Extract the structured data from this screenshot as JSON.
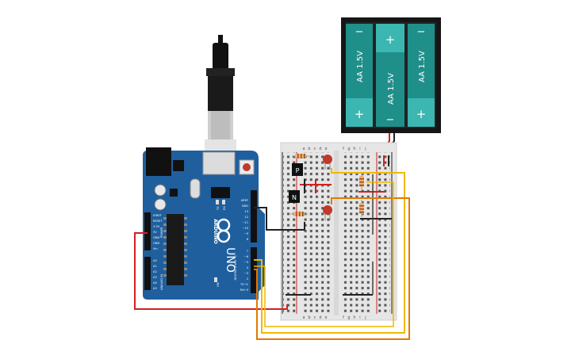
{
  "battery_pack": {
    "cells": [
      {
        "label": "AA 1.5V",
        "top_terminal": "−",
        "bottom_terminal": "+"
      },
      {
        "label": "AA 1.5V",
        "top_terminal": "+",
        "bottom_terminal": "−"
      },
      {
        "label": "AA 1.5V",
        "top_terminal": "−",
        "bottom_terminal": "+"
      }
    ]
  },
  "arduino": {
    "model": "UNO",
    "brand": "ARDUINO",
    "power_header_label": "POWER",
    "power_pins": [
      "IOREF",
      "RESET",
      "3.3V",
      "5V",
      "GND",
      "GND",
      "Vin"
    ],
    "analog_header_label": "ANALOG IN",
    "analog_pins": [
      "A0",
      "A1",
      "A2",
      "A3",
      "A4",
      "A5"
    ],
    "top_header_pins": [
      "AREF",
      "GND",
      "13",
      "12",
      "~11",
      "~10",
      "~9",
      "8"
    ],
    "digital_pins": [
      "7",
      "~6",
      "~5",
      "4",
      "~3",
      "2",
      "TX→1",
      "RX←0"
    ],
    "digital_label": "DIGITAL (PWM ~)",
    "led_labels": [
      "TX",
      "RX"
    ],
    "on_label": "ON"
  },
  "breadboard": {
    "column_letters_left": [
      "a",
      "b",
      "c",
      "d",
      "e"
    ],
    "column_letters_right": [
      "f",
      "g",
      "h",
      "i",
      "j"
    ],
    "transistors": [
      "P",
      "N"
    ]
  },
  "colors": {
    "arduino_blue": "#1f5f9e",
    "battery_teal": "#3bb6b0",
    "wire_red": "#d32020",
    "wire_yellow": "#f0b800",
    "wire_orange": "#e07a00",
    "wire_black": "#222222",
    "led_red": "#c0392b"
  }
}
